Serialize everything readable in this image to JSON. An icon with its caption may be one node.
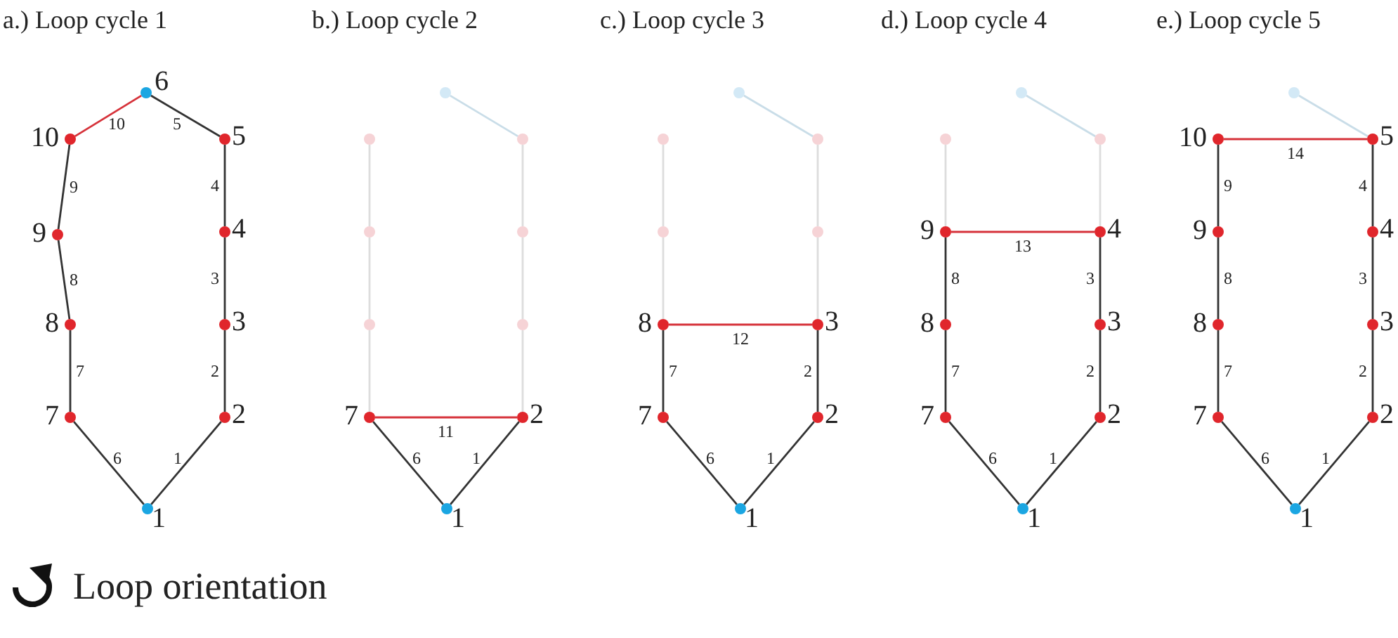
{
  "diagram": {
    "nodes": [
      {
        "text": [
          "6"
        ]
      },
      {
        "text": [
          "10"
        ]
      },
      {
        "text": [
          "5"
        ]
      },
      {
        "text": [
          "9"
        ]
      },
      {
        "text": [
          "4"
        ]
      },
      {
        "text": [
          "8"
        ]
      },
      {
        "text": [
          "3"
        ]
      },
      {
        "text": [
          "7"
        ]
      },
      {
        "text": [
          "2"
        ]
      },
      {
        "text": [
          "1"
        ]
      },
      {
        "text": [],
        "shape": "circle"
      },
      {
        "text": [],
        "shape": "circle"
      },
      {
        "text": [],
        "shape": "circle"
      },
      {
        "text": [],
        "shape": "circle"
      },
      {
        "text": [],
        "shape": "circle"
      },
      {
        "text": [],
        "shape": "circle"
      },
      {
        "text": [],
        "shape": "circle"
      },
      {
        "text": [
          "7"
        ]
      },
      {
        "text": [
          "2"
        ]
      },
      {
        "text": [
          "1"
        ]
      },
      {
        "text": [],
        "shape": "circle"
      },
      {
        "text": [],
        "shape": "circle"
      },
      {
        "text": [],
        "shape": "circle"
      },
      {
        "text": [],
        "shape": "circle"
      },
      {
        "text": [],
        "shape": "circle"
      },
      {
        "text": [
          "8"
        ]
      },
      {
        "text": [
          "3"
        ]
      },
      {
        "text": [
          "7"
        ]
      },
      {
        "text": [
          "2"
        ]
      },
      {
        "text": [
          "1"
        ]
      },
      {
        "text": [],
        "shape": "circle"
      },
      {
        "text": [],
        "shape": "circle"
      },
      {
        "text": [],
        "shape": "circle"
      },
      {
        "text": [
          "9"
        ]
      },
      {
        "text": [
          "4"
        ]
      },
      {
        "text": [
          "8"
        ]
      },
      {
        "text": [
          "3"
        ]
      },
      {
        "text": [
          "7"
        ]
      },
      {
        "text": [
          "2"
        ]
      },
      {
        "text": [
          "1"
        ]
      },
      {
        "text": [],
        "shape": "circle"
      },
      {
        "text": [
          "10"
        ]
      },
      {
        "text": [
          "5"
        ]
      },
      {
        "text": [
          "9"
        ]
      },
      {
        "text": [
          "4"
        ]
      },
      {
        "text": [
          "8"
        ]
      },
      {
        "text": [
          "3"
        ]
      },
      {
        "text": [
          "7"
        ]
      },
      {
        "text": [
          "2"
        ]
      },
      {
        "text": [
          "1"
        ]
      }
    ],
    "edges": [
      {
        "from": 9,
        "to": 8,
        "arrow": "none",
        "label": "1"
      },
      {
        "from": 8,
        "to": 6,
        "arrow": "none",
        "label": "2"
      },
      {
        "from": 6,
        "to": 4,
        "arrow": "none",
        "label": "3"
      },
      {
        "from": 4,
        "to": 2,
        "arrow": "none",
        "label": "4"
      },
      {
        "from": 2,
        "to": 0,
        "arrow": "none",
        "label": "5"
      },
      {
        "from": 9,
        "to": 7,
        "arrow": "none",
        "label": "6"
      },
      {
        "from": 7,
        "to": 5,
        "arrow": "none",
        "label": "7"
      },
      {
        "from": 5,
        "to": 3,
        "arrow": "none",
        "label": "8"
      },
      {
        "from": 3,
        "to": 1,
        "arrow": "none",
        "label": "9"
      },
      {
        "from": 1,
        "to": 0,
        "arrow": "none",
        "label": "10",
        "color": "#d6323a"
      },
      {
        "from": 19,
        "to": 18,
        "arrow": "none",
        "label": "1"
      },
      {
        "from": 19,
        "to": 17,
        "arrow": "none",
        "label": "6"
      },
      {
        "from": 17,
        "to": 18,
        "arrow": "none",
        "label": "11",
        "color": "#d6323a"
      },
      {
        "from": 10,
        "to": 12,
        "arrow": "none",
        "color": "#c9dde8"
      },
      {
        "from": 12,
        "to": 14,
        "arrow": "none",
        "color": "#dddddd"
      },
      {
        "from": 14,
        "to": 16,
        "arrow": "none",
        "color": "#dddddd"
      },
      {
        "from": 16,
        "to": 18,
        "arrow": "none",
        "color": "#dddddd"
      },
      {
        "from": 11,
        "to": 13,
        "arrow": "none",
        "color": "#dddddd"
      },
      {
        "from": 13,
        "to": 15,
        "arrow": "none",
        "color": "#dddddd"
      },
      {
        "from": 15,
        "to": 17,
        "arrow": "none",
        "color": "#dddddd"
      },
      {
        "from": 29,
        "to": 28,
        "arrow": "none",
        "label": "1"
      },
      {
        "from": 28,
        "to": 26,
        "arrow": "none",
        "label": "2"
      },
      {
        "from": 29,
        "to": 27,
        "arrow": "none",
        "label": "6"
      },
      {
        "from": 27,
        "to": 25,
        "arrow": "none",
        "label": "7"
      },
      {
        "from": 25,
        "to": 26,
        "arrow": "none",
        "label": "12",
        "color": "#d6323a"
      },
      {
        "from": 20,
        "to": 22,
        "arrow": "none",
        "color": "#c9dde8"
      },
      {
        "from": 22,
        "to": 24,
        "arrow": "none",
        "color": "#dddddd"
      },
      {
        "from": 24,
        "to": 26,
        "arrow": "none",
        "color": "#dddddd"
      },
      {
        "from": 21,
        "to": 23,
        "arrow": "none",
        "color": "#dddddd"
      },
      {
        "from": 23,
        "to": 25,
        "arrow": "none",
        "color": "#dddddd"
      },
      {
        "from": 39,
        "to": 38,
        "arrow": "none",
        "label": "1"
      },
      {
        "from": 38,
        "to": 36,
        "arrow": "none",
        "label": "2"
      },
      {
        "from": 36,
        "to": 34,
        "arrow": "none",
        "label": "3"
      },
      {
        "from": 39,
        "to": 37,
        "arrow": "none",
        "label": "6"
      },
      {
        "from": 37,
        "to": 35,
        "arrow": "none",
        "label": "7"
      },
      {
        "from": 35,
        "to": 33,
        "arrow": "none",
        "label": "8"
      },
      {
        "from": 33,
        "to": 34,
        "arrow": "none",
        "label": "13",
        "color": "#d6323a"
      },
      {
        "from": 30,
        "to": 32,
        "arrow": "none",
        "color": "#c9dde8"
      },
      {
        "from": 32,
        "to": 34,
        "arrow": "none",
        "color": "#dddddd"
      },
      {
        "from": 31,
        "to": 33,
        "arrow": "none",
        "color": "#dddddd"
      },
      {
        "from": 49,
        "to": 48,
        "arrow": "none",
        "label": "1"
      },
      {
        "from": 48,
        "to": 46,
        "arrow": "none",
        "label": "2"
      },
      {
        "from": 46,
        "to": 44,
        "arrow": "none",
        "label": "3"
      },
      {
        "from": 44,
        "to": 42,
        "arrow": "none",
        "label": "4"
      },
      {
        "from": 49,
        "to": 47,
        "arrow": "none",
        "label": "6"
      },
      {
        "from": 47,
        "to": 45,
        "arrow": "none",
        "label": "7"
      },
      {
        "from": 45,
        "to": 43,
        "arrow": "none",
        "label": "8"
      },
      {
        "from": 43,
        "to": 41,
        "arrow": "none",
        "label": "9"
      },
      {
        "from": 41,
        "to": 42,
        "arrow": "none",
        "label": "14",
        "color": "#d6323a"
      },
      {
        "from": 40,
        "to": 42,
        "arrow": "none",
        "color": "#c9dde8"
      }
    ],
    "labels": [
      "a.) Loop cycle 1",
      "b.) Loop cycle 2",
      "c.) Loop cycle 3",
      "d.) Loop cycle 4",
      "e.) Loop cycle 5"
    ],
    "legend": [
      {
        "text": "Loop orientation"
      }
    ]
  }
}
